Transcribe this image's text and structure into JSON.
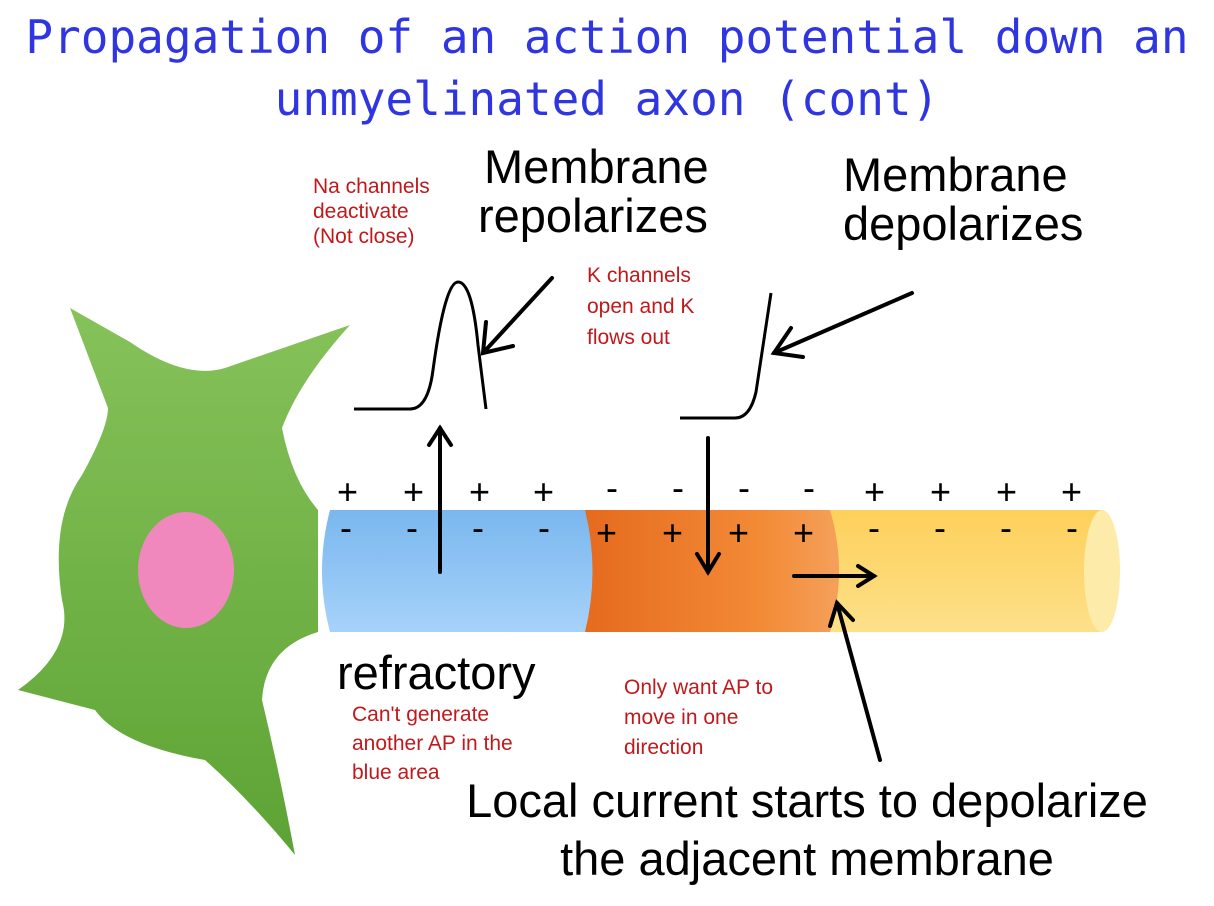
{
  "title_line1": "Propagation of an action potential down an",
  "title_line2": "unmyelinated axon (cont)",
  "labels": {
    "membrane_repolarizes_1": "Membrane",
    "membrane_repolarizes_2": "repolarizes",
    "membrane_depolarizes_1": "Membrane",
    "membrane_depolarizes_2": "depolarizes",
    "refractory": "refractory",
    "local_current_1": "Local current starts to depolarize",
    "local_current_2": "the adjacent membrane"
  },
  "notes": {
    "na_channels_1": "Na channels",
    "na_channels_2": "deactivate",
    "na_channels_3": "(Not close)",
    "k_channels_1": "K channels",
    "k_channels_2": "open and K",
    "k_channels_3": "flows out",
    "cant_generate_1": "Can't generate",
    "cant_generate_2": "another AP in the",
    "cant_generate_3": "blue area",
    "only_want_1": "Only want AP to",
    "only_want_2": "move in one",
    "only_want_3": "direction"
  },
  "charges": {
    "outside": [
      "+",
      "+",
      "+",
      "+",
      "-",
      "-",
      "-",
      "-",
      "+",
      "+",
      "+",
      "+"
    ],
    "inside": [
      "-",
      "-",
      "-",
      "-",
      "+",
      "+",
      "+",
      "+",
      "-",
      "-",
      "-",
      "-"
    ]
  },
  "colors": {
    "title": "#2f35e0",
    "note": "#c0191c",
    "cell_body": "#6aad3e",
    "nucleus": "#f088be",
    "refractory_segment": "#8cc5f5",
    "active_segment": "#ee7a2a",
    "resting_segment": "#fdd56a"
  }
}
